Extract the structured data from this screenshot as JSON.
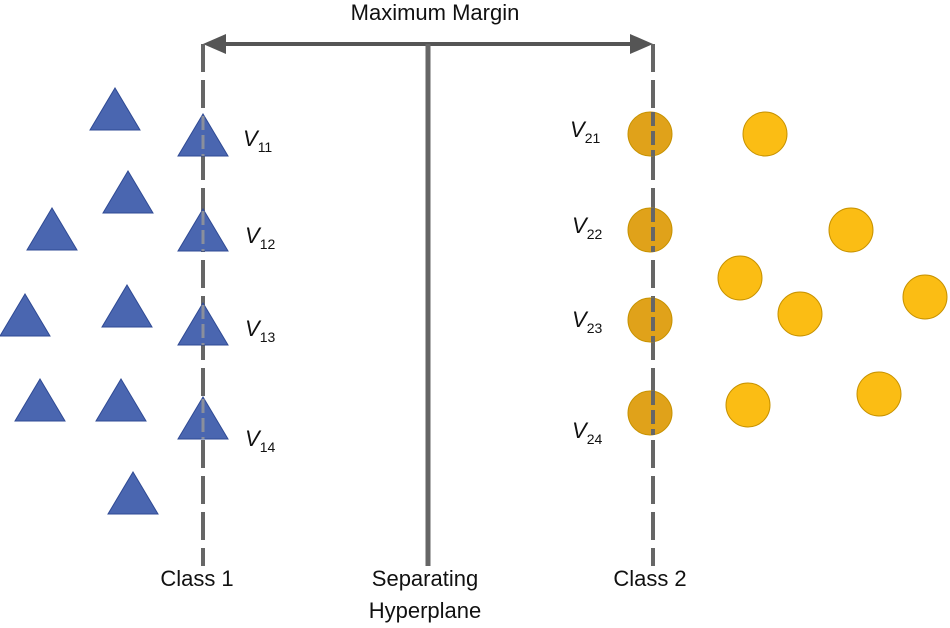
{
  "title": "Maximum Margin",
  "labels": {
    "class1": "Class 1",
    "class2": "Class 2",
    "hyperplane_line1": "Separating",
    "hyperplane_line2": "Hyperplane"
  },
  "support_vectors": {
    "class1": [
      {
        "letter": "V",
        "sub": "11"
      },
      {
        "letter": "V",
        "sub": "12"
      },
      {
        "letter": "V",
        "sub": "13"
      },
      {
        "letter": "V",
        "sub": "14"
      }
    ],
    "class2": [
      {
        "letter": "V",
        "sub": "21"
      },
      {
        "letter": "V",
        "sub": "22"
      },
      {
        "letter": "V",
        "sub": "23"
      },
      {
        "letter": "V",
        "sub": "24"
      }
    ]
  },
  "colors": {
    "class1_fill": "#4a66b0",
    "class1_stroke": "#2f4a94",
    "class2_fill": "#fbbd14",
    "class2_stroke": "#c79200",
    "support2_fill": "#e0a21a",
    "line": "#555555"
  },
  "shapes": {
    "class1": "triangle",
    "class2": "circle"
  }
}
